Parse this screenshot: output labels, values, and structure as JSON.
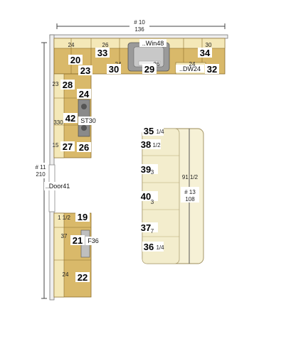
{
  "top_dimension": {
    "id": "# 10",
    "value": "136"
  },
  "left_dimension": {
    "id": "# 11",
    "value": "210"
  },
  "island_dimension": {
    "id": "# 13",
    "value": "108",
    "fraction": "91 1/2"
  },
  "labels": {
    "window": "..Win48",
    "dishwasher": "..DW24",
    "door": "..Door41",
    "range": "ST30",
    "fridge": "F36"
  },
  "top_run": {
    "dims": [
      "24",
      "26",
      "24",
      "26",
      "30",
      "24"
    ],
    "cabinets": [
      "20",
      "33",
      "23",
      "30",
      "29",
      "34",
      "32"
    ]
  },
  "left_run": {
    "dims": [
      "23",
      "330",
      "15",
      "1 1/2",
      "37",
      "24"
    ],
    "cabinets": [
      "28",
      "24",
      "42",
      "27",
      "26",
      "19",
      "21",
      "22"
    ]
  },
  "island": {
    "cabinets": [
      "35",
      "38",
      "39",
      "40",
      "37",
      "36"
    ],
    "fractions": [
      "1/4",
      "1/2",
      "3",
      "3",
      "7",
      "1/4"
    ]
  }
}
